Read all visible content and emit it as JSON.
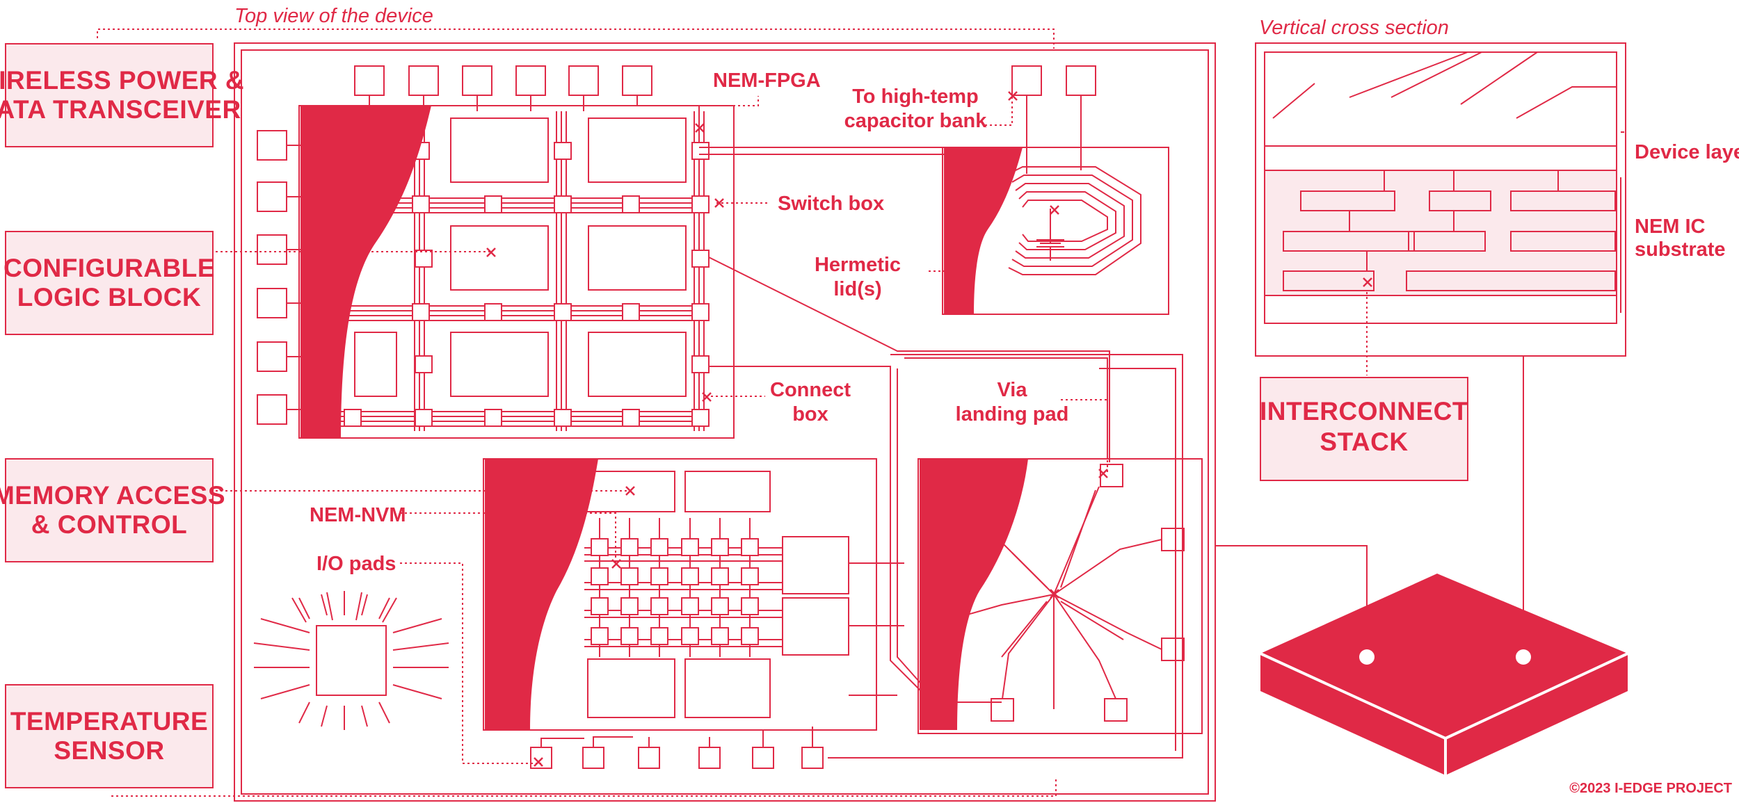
{
  "colors": {
    "accent": "#e02946",
    "panel_fill": "#fbe9ec",
    "background": "#ffffff"
  },
  "captions": {
    "top_view": "Top view of the device",
    "cross_section": "Vertical cross section"
  },
  "side_boxes": {
    "wireless": [
      "WIRELESS POWER &",
      "DATA TRANSCEIVER"
    ],
    "logic": [
      "CONFIGURABLE",
      "LOGIC BLOCK"
    ],
    "memory": [
      "MEMORY ACCESS",
      "& CONTROL"
    ],
    "temp": [
      "TEMPERATURE",
      "SENSOR"
    ],
    "interconnect": [
      "INTERCONNECT",
      "STACK"
    ]
  },
  "labels": {
    "nem_fpga": "NEM-FPGA",
    "capacitor": [
      "To high-temp",
      "capacitor bank"
    ],
    "switch_box": "Switch box",
    "hermetic": [
      "Hermetic",
      "lid(s)"
    ],
    "connect_box": [
      "Connect",
      "box"
    ],
    "via": [
      "Via",
      "landing pad"
    ],
    "nem_nvm": "NEM-NVM",
    "io_pads": "I/O pads",
    "device_layer": "Device layer",
    "nem_ic": [
      "NEM IC",
      "substrate"
    ]
  },
  "copyright": "©2023 I-EDGE PROJECT"
}
